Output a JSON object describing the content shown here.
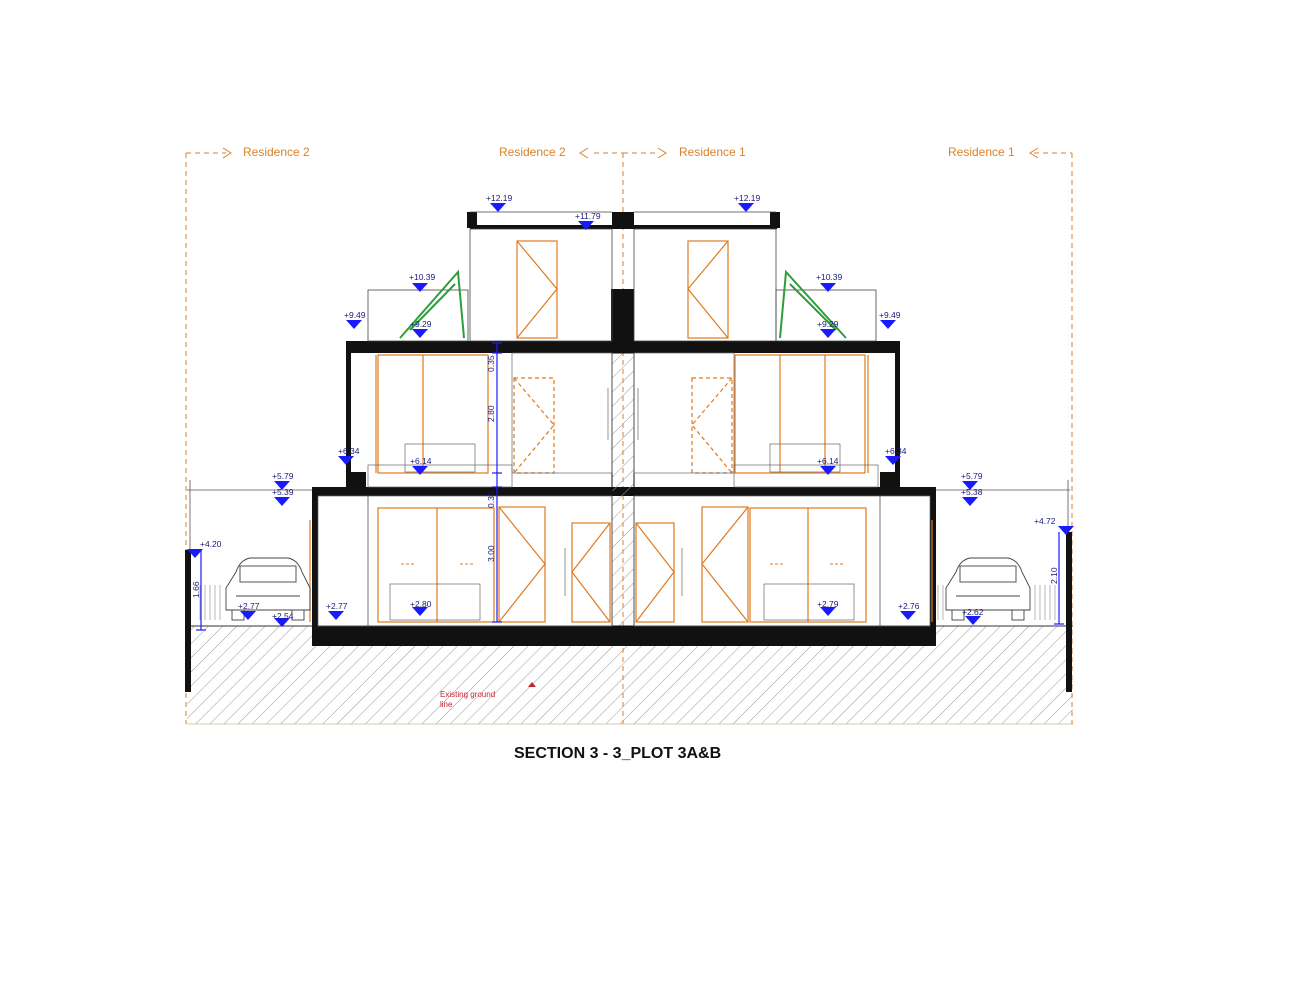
{
  "drawing": {
    "title": "SECTION 3 - 3_PLOT 3A&B",
    "residence_labels": [
      "Residence 2",
      "Residence 2",
      "Residence 1",
      "Residence 1"
    ],
    "level_markers": [
      "+12.19",
      "+11.79",
      "+12.19",
      "+10.39",
      "+9.29",
      "+9.49",
      "+10.39",
      "+9.29",
      "+9.49",
      "+6.34",
      "+6.14",
      "+6.14",
      "+6.34",
      "+5.79",
      "+5.39",
      "+5.79",
      "+5.38",
      "+4.20",
      "+2.77",
      "+2.54",
      "+2.77",
      "+2.80",
      "+2.79",
      "+2.76",
      "+2.62",
      "+4.72"
    ],
    "dimensions": [
      "0.35",
      "2.80",
      "0.35",
      "3.00",
      "1.66",
      "2.10"
    ],
    "note": [
      "Existing ground",
      "line"
    ],
    "colors": {
      "annotation": "#d9822b",
      "level_marker": "#1a1aff",
      "structure": "#111111",
      "openings": "#e07a1f",
      "glazing_frame": "#2e9e3a",
      "note": "#c0262d"
    }
  }
}
